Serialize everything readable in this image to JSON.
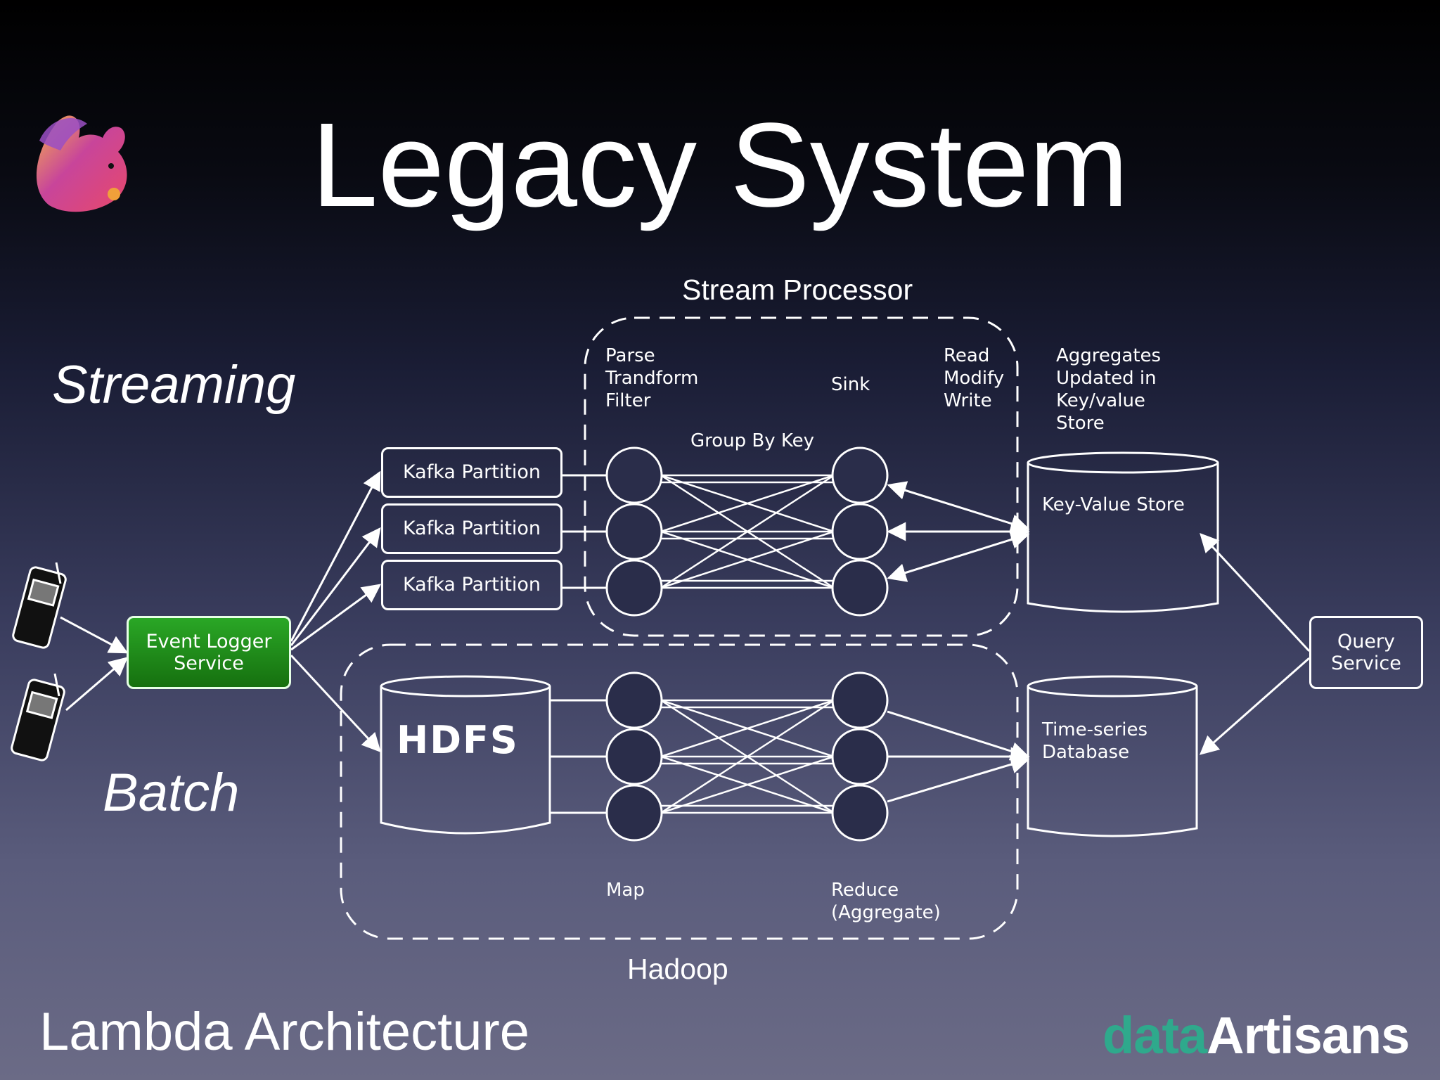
{
  "slide": {
    "title": "Legacy System",
    "streaming_label": "Streaming",
    "batch_label": "Batch",
    "footer_title": "Lambda Architecture",
    "brand_data": "data",
    "brand_artisans": "Artisans"
  },
  "diagram": {
    "stream_processor_caption": "Stream Processor",
    "hadoop_caption": "Hadoop",
    "event_logger": "Event Logger\nService",
    "kafka_partitions": [
      "Kafka Partition",
      "Kafka Partition",
      "Kafka Partition"
    ],
    "hdfs": "HDFS",
    "stage_parse": "Parse\nTrandform\nFilter",
    "stage_sink": "Sink",
    "stage_rmw": "Read\nModify\nWrite",
    "group_by_key": "Group By Key",
    "aggregates_note": "Aggregates\nUpdated in\nKey/value\nStore",
    "kv_store": "Key-Value Store",
    "ts_db": "Time-series\nDatabase",
    "query_service": "Query\nService",
    "map_label": "Map",
    "reduce_label": "Reduce\n(Aggregate)"
  },
  "colors": {
    "event_logger_fill": "#1f8a1c",
    "brand_data": "#2fa98c",
    "brand_artisans": "#ffffff"
  },
  "icons": [
    "squirrel-logo",
    "mobile-phone-icon",
    "mobile-phone-icon"
  ]
}
